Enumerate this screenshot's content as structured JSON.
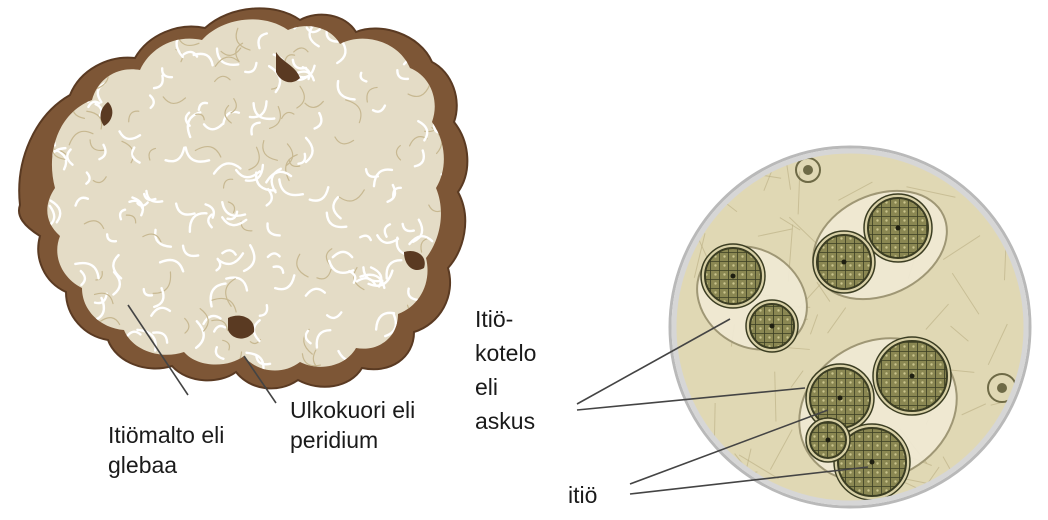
{
  "figure": {
    "truffle": {
      "gleba_label": [
        "Itiömalto eli",
        "glebaa"
      ],
      "peridium_label": [
        "Ulkokuori eli",
        "peridium"
      ]
    },
    "microscope": {
      "ascus_label": [
        "Itiö-",
        "kotelo",
        "eli",
        "askus"
      ],
      "spore_label": "itiö"
    }
  },
  "colors": {
    "peridium": "#7d5636",
    "peridium_dark": "#5a3a22",
    "gleba": "#e4dcc6",
    "gleba_vein": "#ffffff",
    "microscope_bg": "#e0d8b4",
    "ascus_wall": "#f0ead4",
    "spore_fill": "#7b7a46",
    "spore_mesh": "#3b3d22",
    "leader_line": "#444444"
  }
}
